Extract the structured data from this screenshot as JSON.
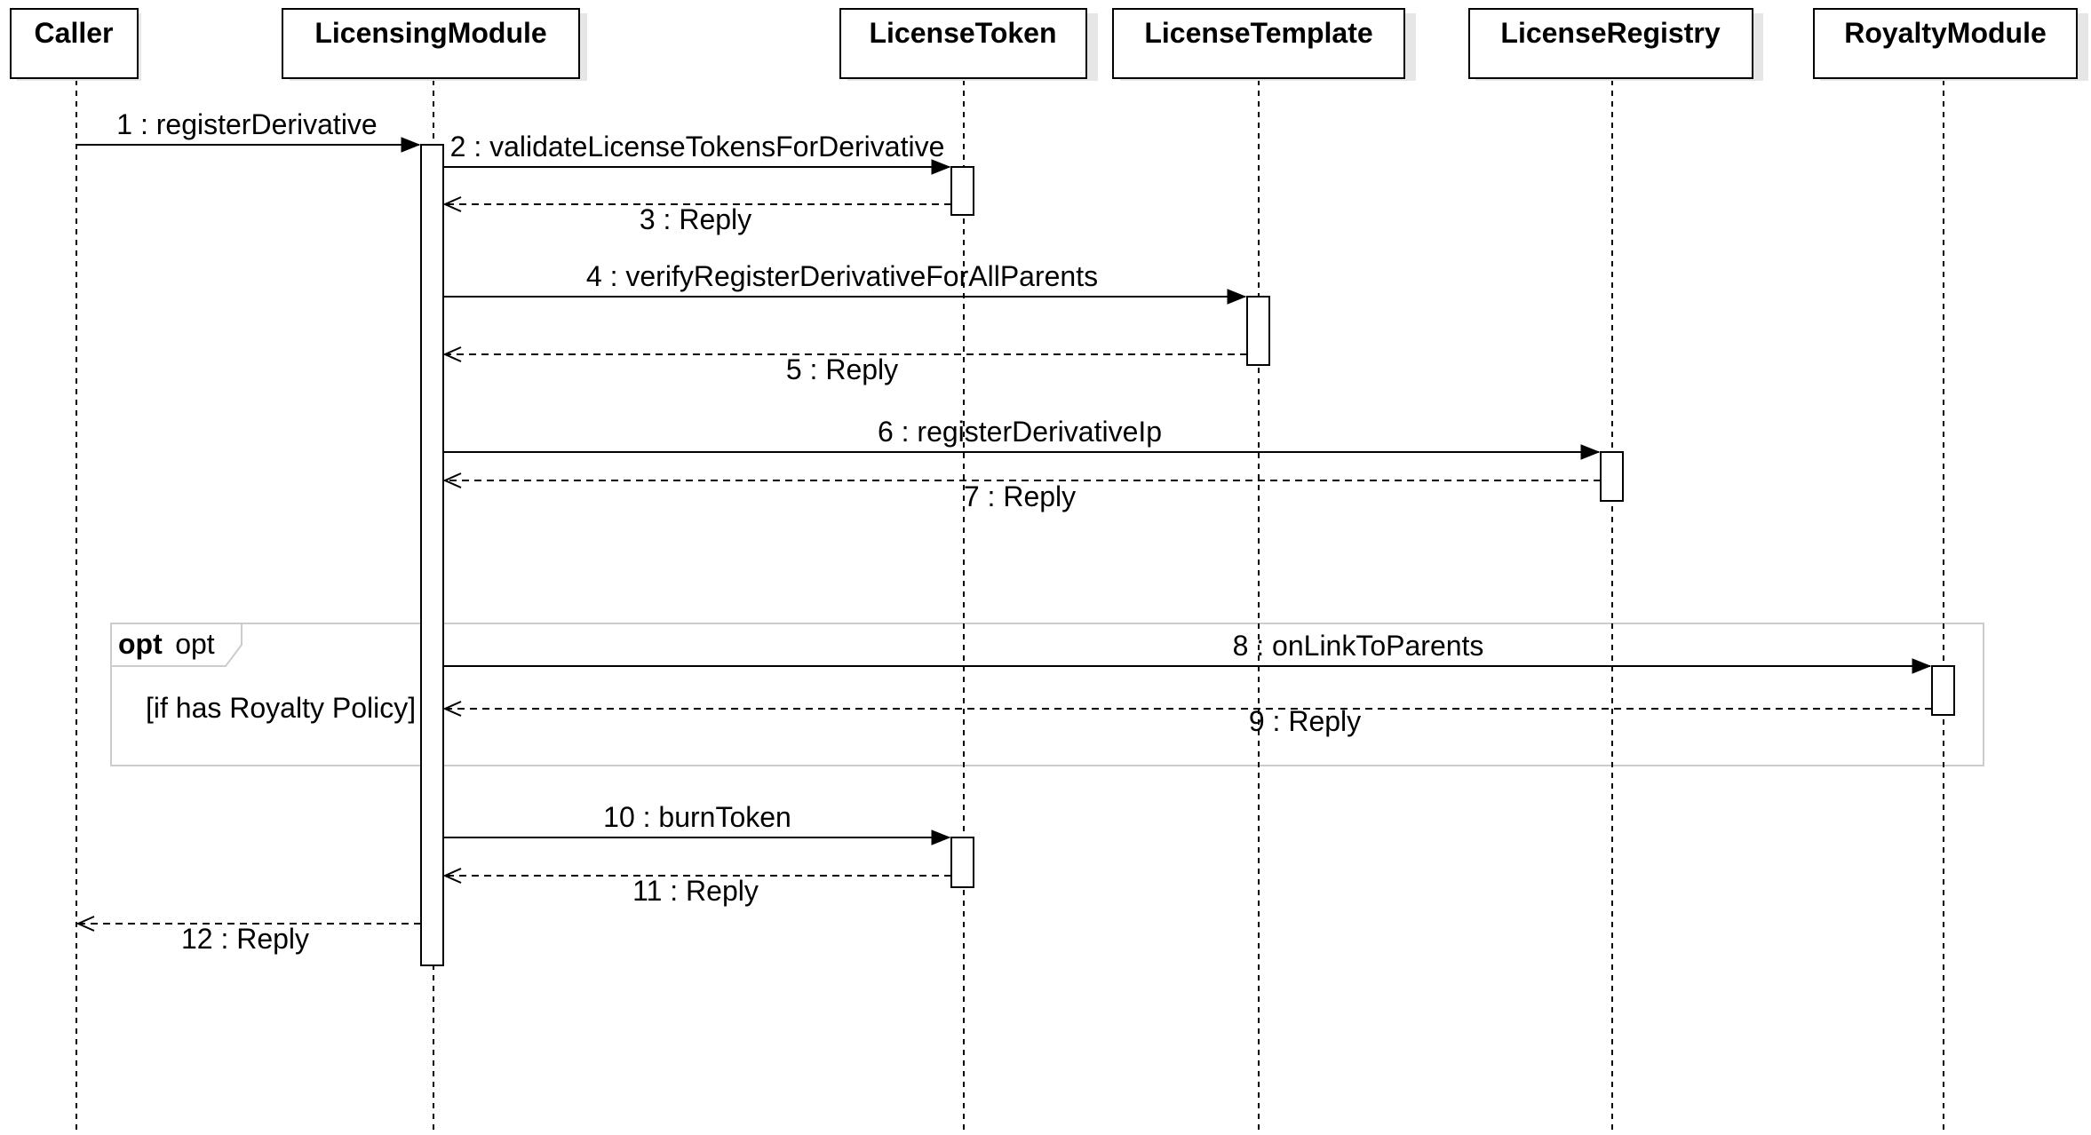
{
  "participants": [
    {
      "id": "caller",
      "name": "Caller"
    },
    {
      "id": "licensingmodule",
      "name": "LicensingModule"
    },
    {
      "id": "licensetoken",
      "name": "LicenseToken"
    },
    {
      "id": "licensetemplate",
      "name": "LicenseTemplate"
    },
    {
      "id": "licenseregistry",
      "name": "LicenseRegistry"
    },
    {
      "id": "royaltymodule",
      "name": "RoyaltyModule"
    }
  ],
  "messages": [
    {
      "seq": 1,
      "label": "1 : registerDerivative",
      "from": "caller",
      "to": "licensingmodule",
      "kind": "call"
    },
    {
      "seq": 2,
      "label": "2 : validateLicenseTokensForDerivative",
      "from": "licensingmodule",
      "to": "licensetoken",
      "kind": "call"
    },
    {
      "seq": 3,
      "label": "3 : Reply",
      "from": "licensetoken",
      "to": "licensingmodule",
      "kind": "reply"
    },
    {
      "seq": 4,
      "label": "4 : verifyRegisterDerivativeForAllParents",
      "from": "licensingmodule",
      "to": "licensetemplate",
      "kind": "call"
    },
    {
      "seq": 5,
      "label": "5 : Reply",
      "from": "licensetemplate",
      "to": "licensingmodule",
      "kind": "reply"
    },
    {
      "seq": 6,
      "label": "6 : registerDerivativeIp",
      "from": "licensingmodule",
      "to": "licenseregistry",
      "kind": "call"
    },
    {
      "seq": 7,
      "label": "7 : Reply",
      "from": "licenseregistry",
      "to": "licensingmodule",
      "kind": "reply"
    },
    {
      "seq": 8,
      "label": "8 : onLinkToParents",
      "from": "licensingmodule",
      "to": "royaltymodule",
      "kind": "call"
    },
    {
      "seq": 9,
      "label": "9 : Reply",
      "from": "royaltymodule",
      "to": "licensingmodule",
      "kind": "reply"
    },
    {
      "seq": 10,
      "label": "10 : burnToken",
      "from": "licensingmodule",
      "to": "licensetoken",
      "kind": "call"
    },
    {
      "seq": 11,
      "label": "11 : Reply",
      "from": "licensetoken",
      "to": "licensingmodule",
      "kind": "reply"
    },
    {
      "seq": 12,
      "label": "12 : Reply",
      "from": "licensingmodule",
      "to": "caller",
      "kind": "reply"
    }
  ],
  "fragment": {
    "keyword": "opt",
    "name": "opt",
    "guard": "[if has Royalty Policy]"
  }
}
